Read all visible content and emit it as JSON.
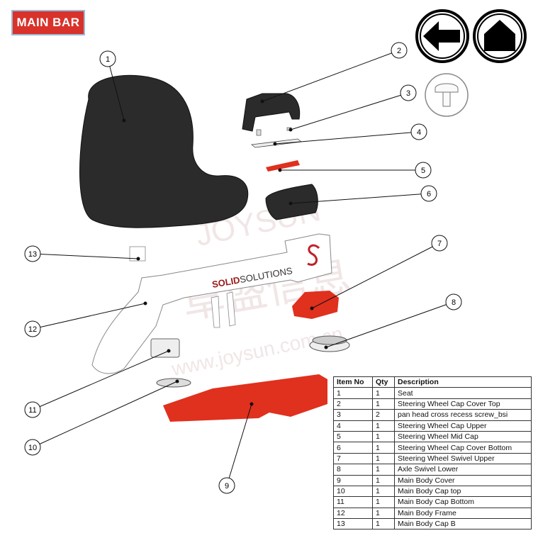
{
  "header": {
    "badge": "MAIN BAR"
  },
  "nav": {
    "back_icon": "arrow-left-icon",
    "home_icon": "home-icon"
  },
  "watermark": {
    "brand": "JOYSUN",
    "chinese": "卓盛信息",
    "url": "www.joysun.com.cn"
  },
  "parts_label": {
    "frame_logo": "SOLIDSOLUTIONS",
    "frame_logo_bold": "SOLID"
  },
  "callouts": [
    "1",
    "2",
    "3",
    "4",
    "5",
    "6",
    "7",
    "8",
    "9",
    "10",
    "11",
    "12",
    "13"
  ],
  "colors": {
    "accent_red": "#d8322a",
    "part_red": "#e0301e",
    "seat": "#2b2b2b"
  },
  "bom": {
    "headers": [
      "Item No",
      "Qty",
      "Description"
    ],
    "rows": [
      [
        "1",
        "1",
        "Seat"
      ],
      [
        "2",
        "1",
        "Steering Wheel Cap Cover Top"
      ],
      [
        "3",
        "2",
        "pan head cross recess screw_bsi"
      ],
      [
        "4",
        "1",
        "Steering Wheel Cap Upper"
      ],
      [
        "5",
        "1",
        "Steering Wheel Mid Cap"
      ],
      [
        "6",
        "1",
        "Steering Wheel Cap Cover Bottom"
      ],
      [
        "7",
        "1",
        "Steering Wheel Swivel Upper"
      ],
      [
        "8",
        "1",
        "Axle Swivel Lower"
      ],
      [
        "9",
        "1",
        "Main Body Cover"
      ],
      [
        "10",
        "1",
        "Main Body Cap top"
      ],
      [
        "11",
        "1",
        "Main Body Cap Bottom"
      ],
      [
        "12",
        "1",
        "Main Body Frame"
      ],
      [
        "13",
        "1",
        "Main Body Cap B"
      ]
    ]
  }
}
